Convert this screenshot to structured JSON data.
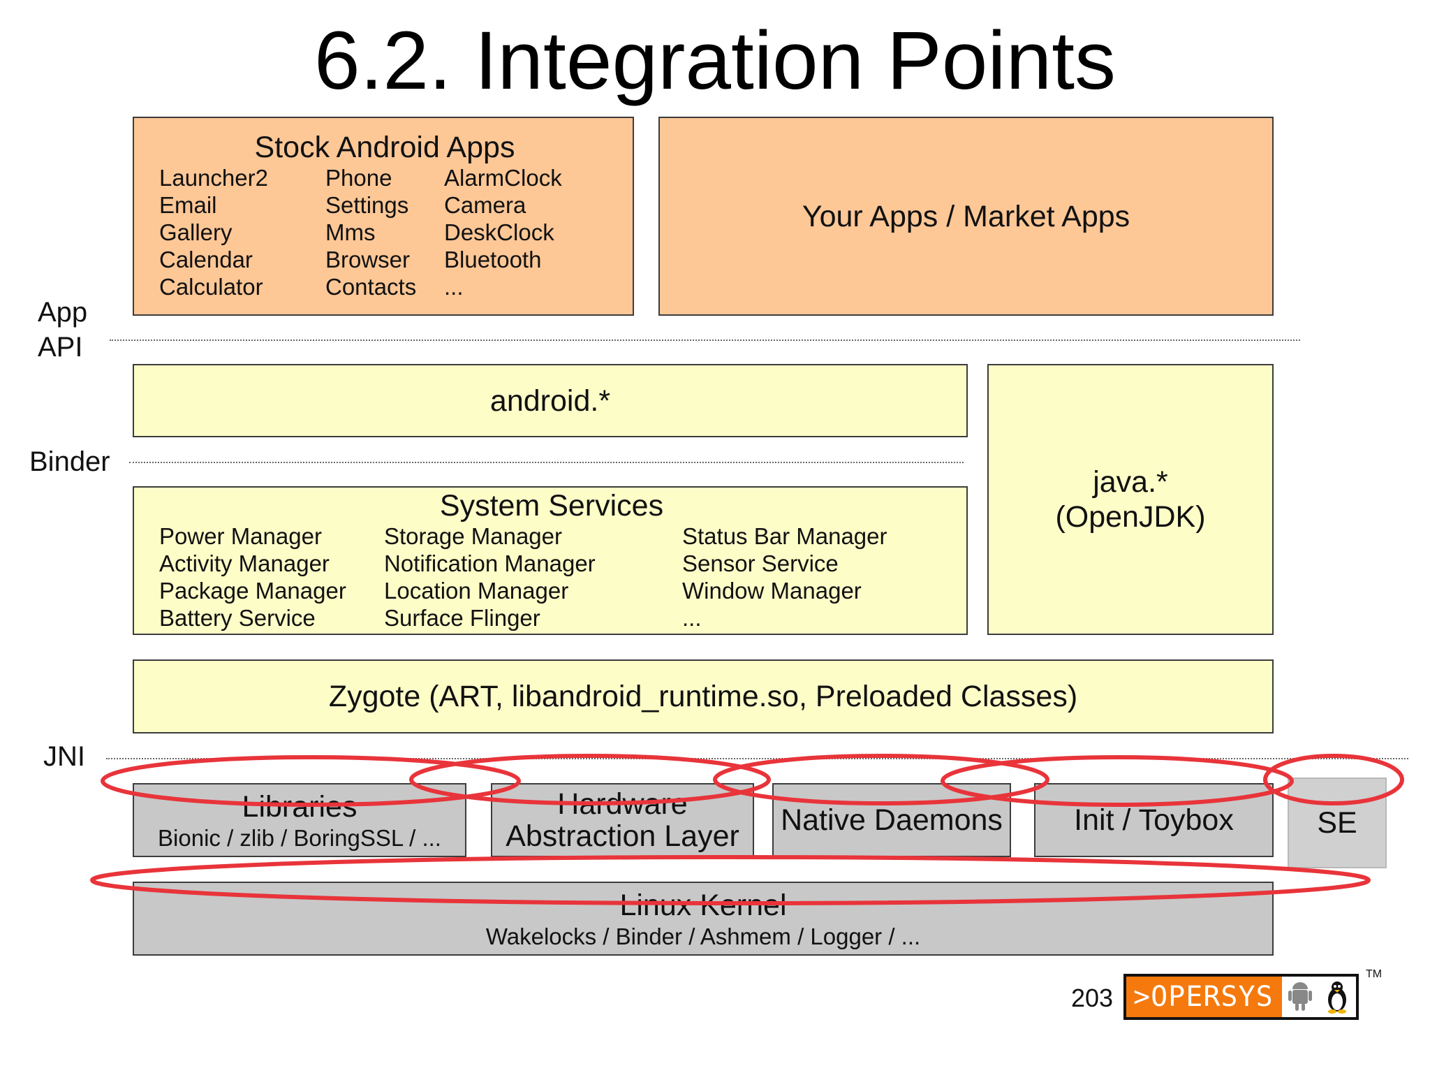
{
  "title": "6.2. Integration Points",
  "labels": {
    "app_api": [
      "App",
      "API"
    ],
    "binder": "Binder",
    "jni": "JNI"
  },
  "stock_apps": {
    "heading": "Stock Android Apps",
    "col1": [
      "Launcher2",
      "Email",
      "Gallery",
      "Calendar",
      "Calculator"
    ],
    "col2": [
      "Phone",
      "Settings",
      "Mms",
      "Browser",
      "Contacts"
    ],
    "col3": [
      "AlarmClock",
      "Camera",
      "DeskClock",
      "Bluetooth",
      "..."
    ]
  },
  "your_apps": "Your Apps / Market Apps",
  "android_pkg": "android.*",
  "java_pkg": [
    "java.*",
    "(OpenJDK)"
  ],
  "system_services": {
    "heading": "System Services",
    "col1": [
      "Power Manager",
      "Activity Manager",
      "Package Manager",
      "Battery Service"
    ],
    "col2": [
      "Storage Manager",
      "Notification Manager",
      "Location Manager",
      "Surface Flinger"
    ],
    "col3": [
      "Status Bar Manager",
      "Sensor Service",
      "Window Manager",
      "..."
    ]
  },
  "zygote": "Zygote (ART, libandroid_runtime.so, Preloaded Classes)",
  "native": {
    "libraries": {
      "title": "Libraries",
      "sub": "Bionic / zlib / BoringSSL / ..."
    },
    "hal": [
      "Hardware",
      "Abstraction Layer"
    ],
    "daemons": "Native Daemons",
    "init": "Init / Toybox",
    "se": "SE"
  },
  "kernel": {
    "title": "Linux Kernel",
    "sub": "Wakelocks / Binder / Ashmem / Logger / ..."
  },
  "footer": {
    "page": "203",
    "logo": ">OPERSYS",
    "tm": "TM"
  },
  "annotation_color": "#e8343a",
  "icons": [
    "android-robot-icon",
    "linux-penguin-icon"
  ]
}
